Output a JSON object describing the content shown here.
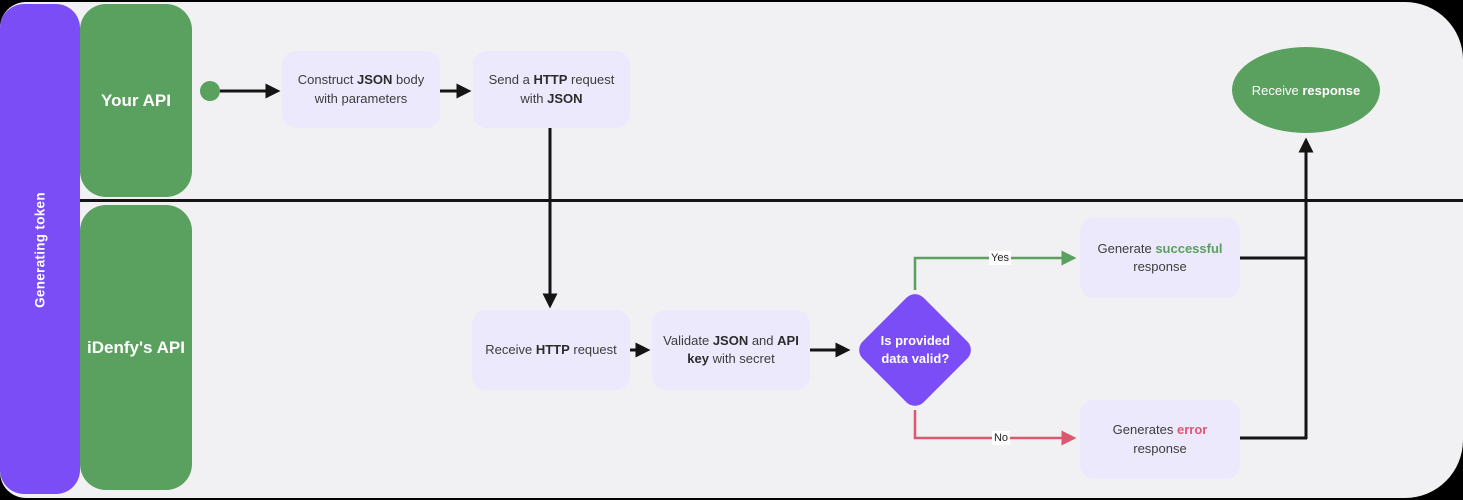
{
  "colors": {
    "purple": "#7a4df6",
    "green": "#5aa05e",
    "red": "#dc5870",
    "lavender": "#ebe9fb",
    "canvas": "#f1f1f3",
    "line": "#141414",
    "text": "#3d3d3d"
  },
  "sidebar": {
    "label": "Generating token"
  },
  "lanes": {
    "top": "Your API",
    "bottom": "iDenfy's API"
  },
  "nodes": {
    "construct_json": [
      "Construct ",
      "JSON",
      " body with parameters"
    ],
    "send_http": [
      "Send a ",
      "HTTP",
      " request with ",
      "JSON"
    ],
    "receive_http": [
      "Receive ",
      "HTTP",
      " request"
    ],
    "validate": [
      "Validate ",
      "JSON",
      " and ",
      "API key",
      " with secret"
    ],
    "decision": [
      "Is provided data valid?"
    ],
    "gen_success": [
      "Generate ",
      "successful",
      " response"
    ],
    "gen_error": [
      "Generates ",
      "error",
      " response"
    ],
    "receive_response": [
      "Receive ",
      "response"
    ]
  },
  "edges": {
    "yes": "Yes",
    "no": "No"
  }
}
